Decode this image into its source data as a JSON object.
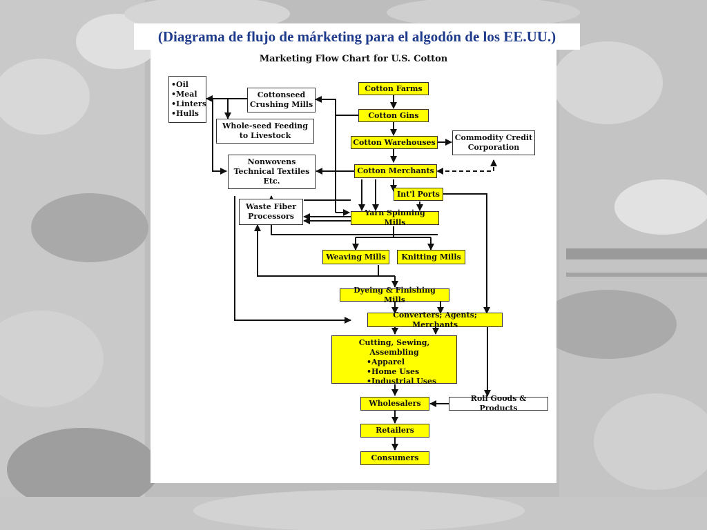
{
  "slide_title": "(Diagrama de flujo de márketing para el algodón de los EE.UU.)",
  "chart": {
    "title": "Marketing Flow Chart for U.S. Cotton",
    "byproducts": [
      "Oil",
      "Meal",
      "Linters",
      "Hulls"
    ],
    "cottonseed_line1": "Cottonseed",
    "cottonseed_line2": "Crushing Mills",
    "wholeseed_line1": "Whole-seed Feeding",
    "wholeseed_line2": "to Livestock",
    "nonwovens_line1": "Nonwovens",
    "nonwovens_line2": "Technical Textiles",
    "nonwovens_line3": "Etc.",
    "waste_line1": "Waste Fiber",
    "waste_line2": "Processors",
    "cotton_farms": "Cotton Farms",
    "cotton_gins": "Cotton Gins",
    "cotton_warehouses": "Cotton Warehouses",
    "ccc_line1": "Commodity Credit",
    "ccc_line2": "Corporation",
    "cotton_merchants": "Cotton Merchants",
    "intl_ports": "Int'l Ports",
    "yarn_spinning": "Yarn Spinning Mills",
    "weaving": "Weaving Mills",
    "knitting": "Knitting Mills",
    "dyeing": "Dyeing & Finishing Mills",
    "converters": "Converters; Agents; Merchants",
    "cutting_title": "Cutting, Sewing, Assembling",
    "cutting_items": [
      "Apparel",
      "Home Uses",
      "Industrial Uses"
    ],
    "wholesalers": "Wholesalers",
    "roll_goods": "Roll Goods & Products",
    "retailers": "Retailers",
    "consumers": "Consumers"
  }
}
